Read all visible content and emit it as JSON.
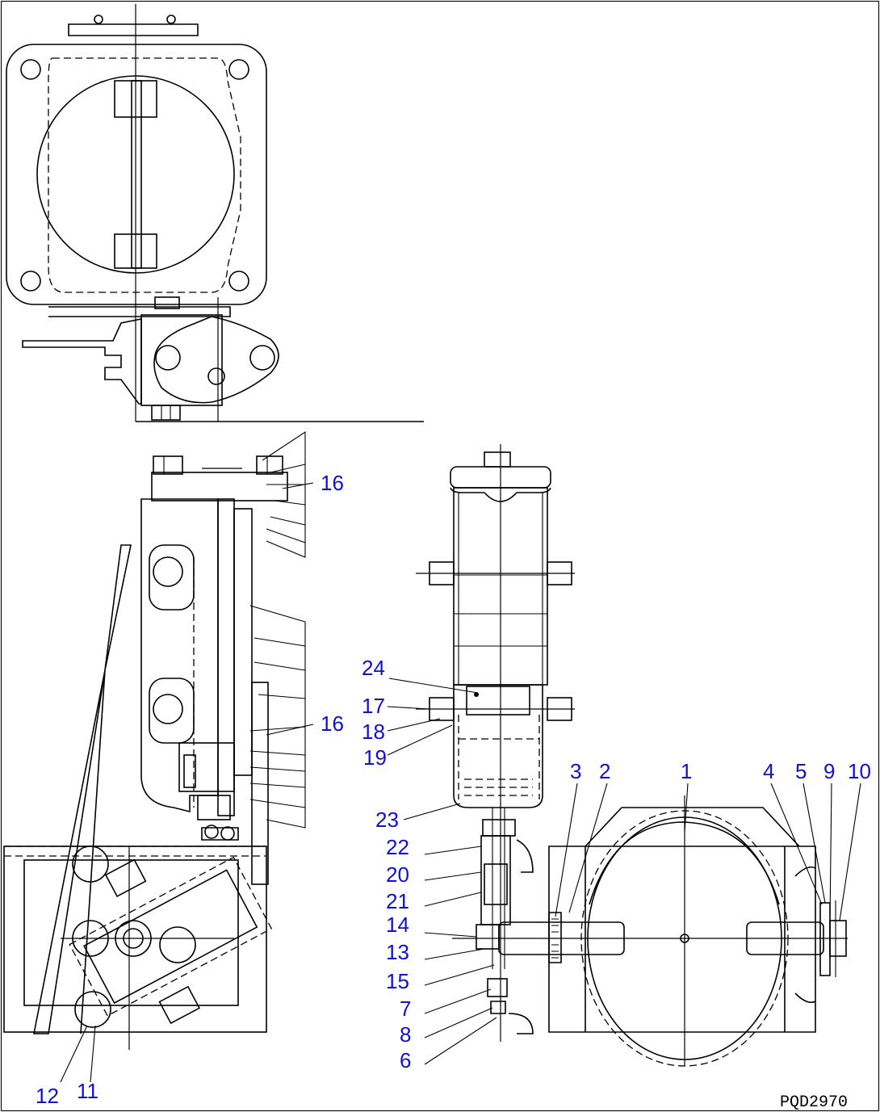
{
  "drawing_code": "PQD2970",
  "part_labels": {
    "p1": "1",
    "p2": "2",
    "p3": "3",
    "p4": "4",
    "p5": "5",
    "p6": "6",
    "p7": "7",
    "p8": "8",
    "p9": "9",
    "p10": "10",
    "p11": "11",
    "p12": "12",
    "p13": "13",
    "p14": "14",
    "p15": "15",
    "p16a": "16",
    "p16b": "16",
    "p17": "17",
    "p18": "18",
    "p19": "19",
    "p20": "20",
    "p21": "21",
    "p22": "22",
    "p23": "23",
    "p24": "24"
  }
}
